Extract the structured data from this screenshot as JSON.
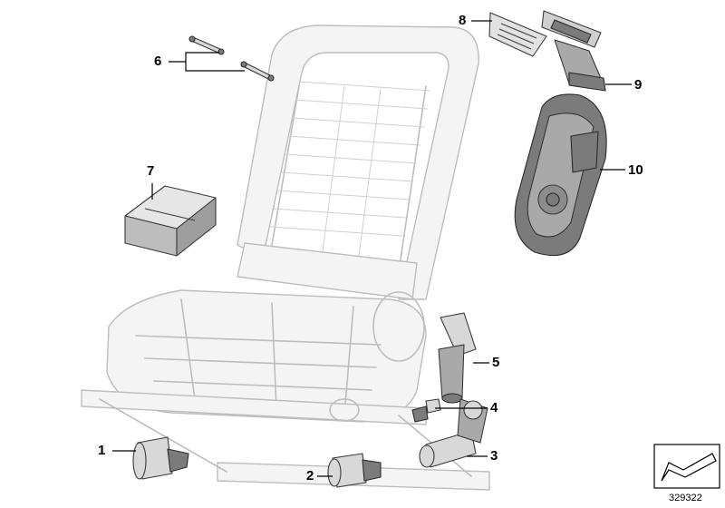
{
  "diagram": {
    "callouts": [
      {
        "id": "1",
        "label": "1"
      },
      {
        "id": "2",
        "label": "2"
      },
      {
        "id": "3",
        "label": "3"
      },
      {
        "id": "4",
        "label": "4"
      },
      {
        "id": "5",
        "label": "5"
      },
      {
        "id": "6",
        "label": "6"
      },
      {
        "id": "7",
        "label": "7"
      },
      {
        "id": "8",
        "label": "8"
      },
      {
        "id": "9",
        "label": "9"
      },
      {
        "id": "10",
        "label": "10"
      }
    ],
    "document_number": "329322",
    "colors": {
      "frame_outline": "#bdbdbd",
      "part_fill": "#d8d8d8",
      "part_dark": "#7b7b7b",
      "text": "#000000"
    }
  }
}
